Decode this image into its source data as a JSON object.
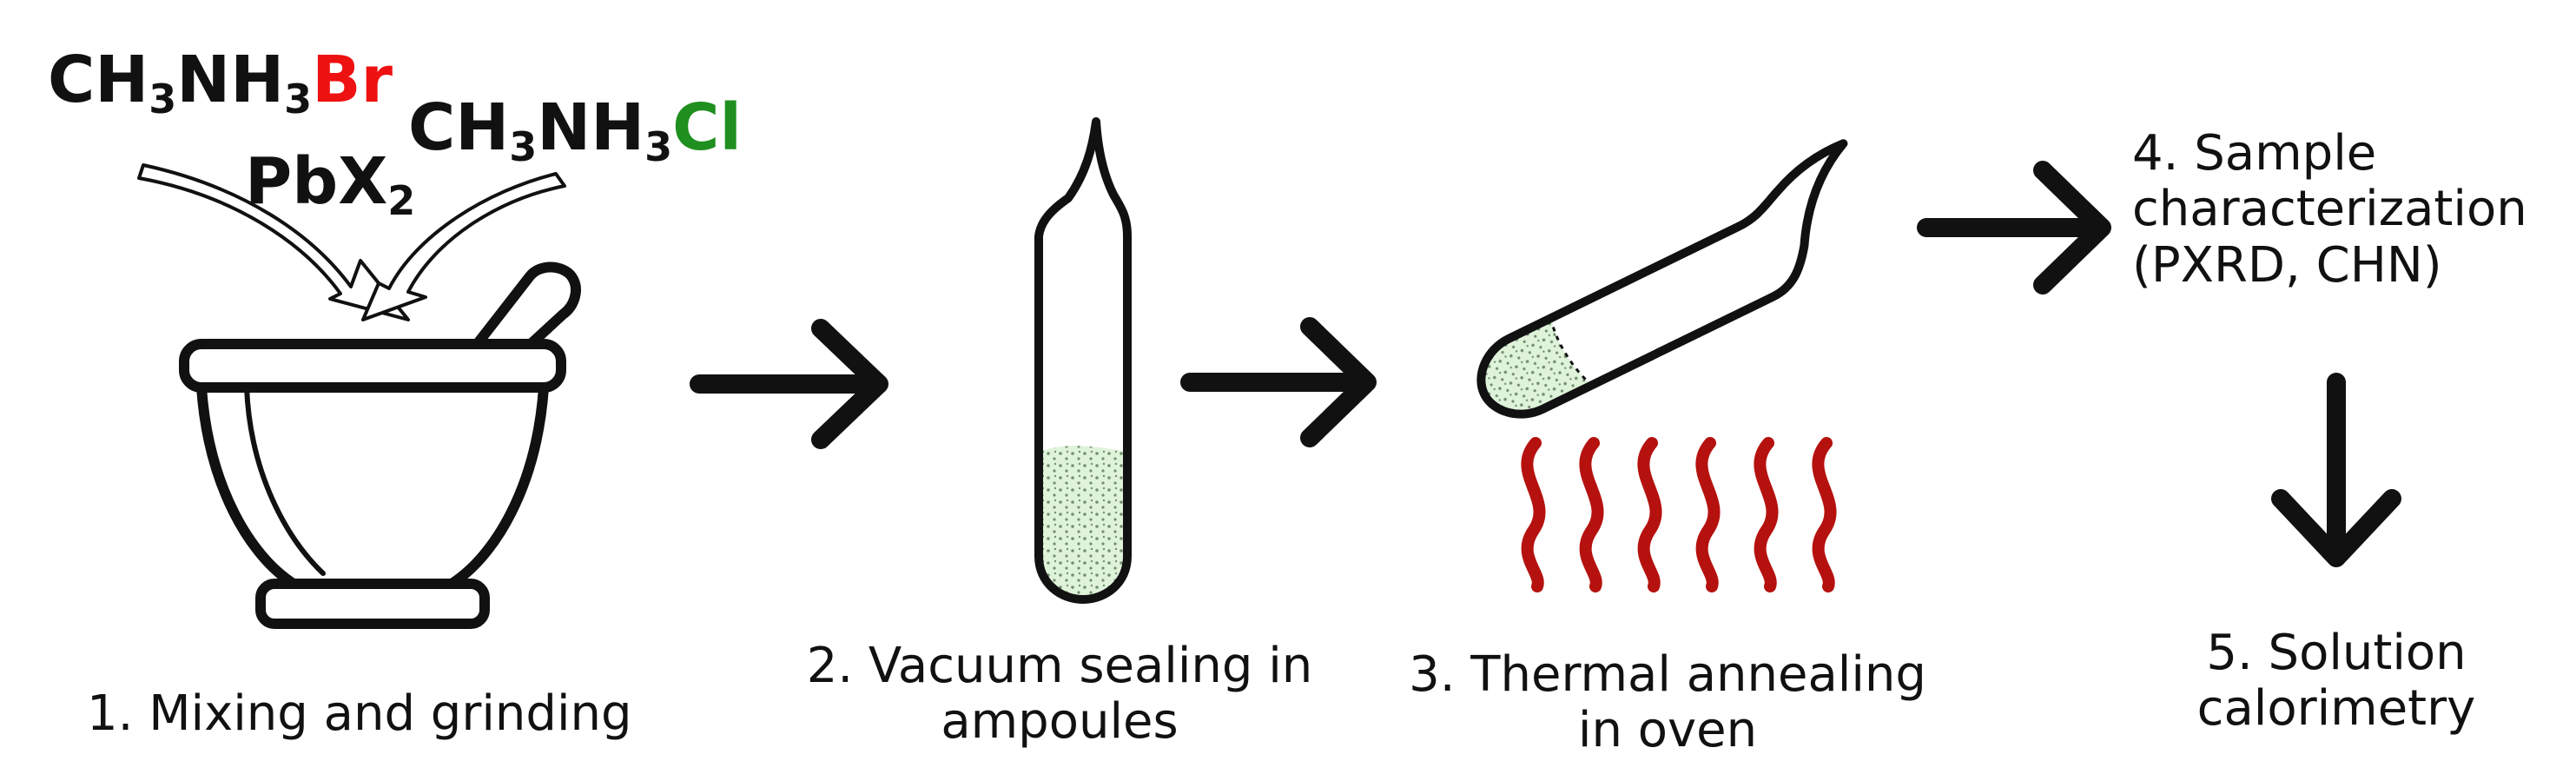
{
  "reagents": {
    "methylammonium_bromide": {
      "base": "CH",
      "sub1": "3",
      "mid": "NH",
      "sub2": "3",
      "halide": "Br"
    },
    "methylammonium_chloride": {
      "base": "CH",
      "sub1": "3",
      "mid": "NH",
      "sub2": "3",
      "halide": "Cl"
    },
    "lead_halide": {
      "base": "PbX",
      "sub": "2"
    }
  },
  "steps": [
    {
      "line1": "1. Mixing and grinding"
    },
    {
      "line1": "2. Vacuum sealing in",
      "line2": "ampoules"
    },
    {
      "line1": "3. Thermal annealing",
      "line2": "in oven"
    },
    {
      "line1": "4. Sample",
      "line2": "characterization",
      "line3": "(PXRD, CHN)"
    },
    {
      "line1": "5. Solution",
      "line2": "calorimetry"
    }
  ],
  "colors": {
    "bromide": "#ee1111",
    "chloride": "#1f8f1f",
    "powder": "#dff3da",
    "heat": "#b5120f",
    "stroke": "#111111"
  },
  "icons": [
    "mortar-and-pestle-icon",
    "sealed-ampoule-icon",
    "tilted-ampoule-icon",
    "heat-waves-icon",
    "arrow-icon"
  ]
}
